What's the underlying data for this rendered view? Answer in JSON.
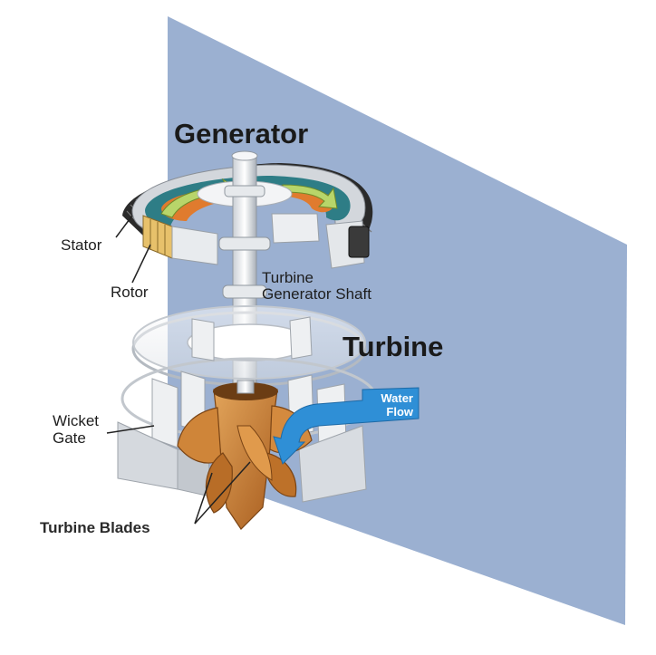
{
  "labels": {
    "generator": "Generator",
    "stator": "Stator",
    "rotor": "Rotor",
    "shaft_line1": "Turbine",
    "shaft_line2": "Generator Shaft",
    "turbine": "Turbine",
    "wicket_line1": "Wicket",
    "wicket_line2": "Gate",
    "water_line1": "Water",
    "water_line2": "Flow",
    "blades": "Turbine Blades"
  },
  "colors": {
    "backdrop": "#9bb0d1",
    "water_arrow": "#2f8fd6",
    "blades": "#c8782e",
    "rotor_core": "#e7c16b",
    "stator_inner": "#2e7d86",
    "rotation_arrow": "#b8d56a",
    "coil": "#2a2a2a"
  }
}
